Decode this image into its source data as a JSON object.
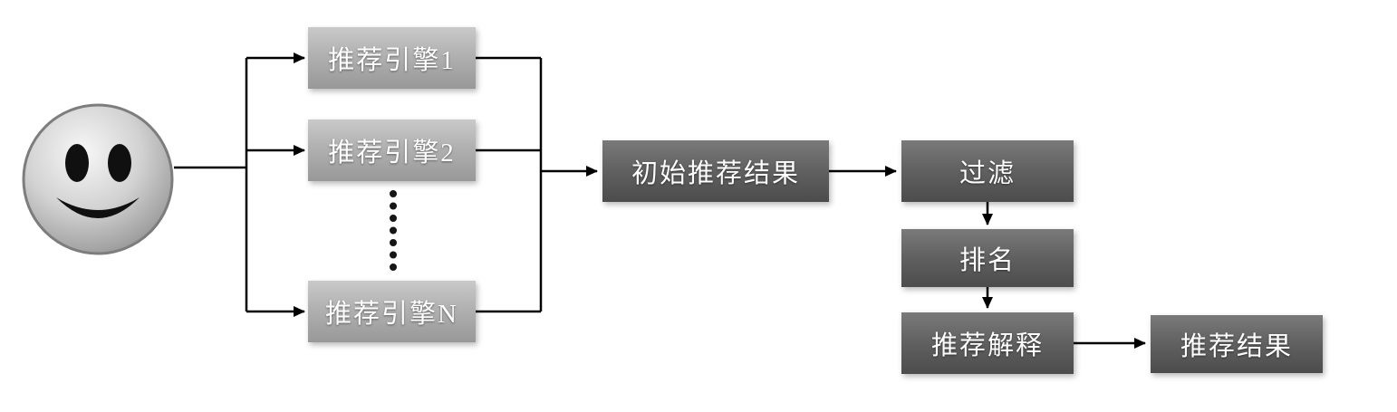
{
  "diagram": {
    "user": {
      "icon": "smiley-face"
    },
    "engines": [
      {
        "label": "推荐引擎1"
      },
      {
        "label": "推荐引擎2"
      },
      {
        "label": "推荐引擎N"
      }
    ],
    "initial_result": {
      "label": "初始推荐结果"
    },
    "filter": {
      "label": "过滤"
    },
    "ranking": {
      "label": "排名"
    },
    "explanation": {
      "label": "推荐解释"
    },
    "final_result": {
      "label": "推荐结果"
    },
    "colors": {
      "light_box": "#b0b0b0",
      "dark_box": "#5e5e5e",
      "line": "#000000",
      "text": "#ffffff"
    }
  }
}
